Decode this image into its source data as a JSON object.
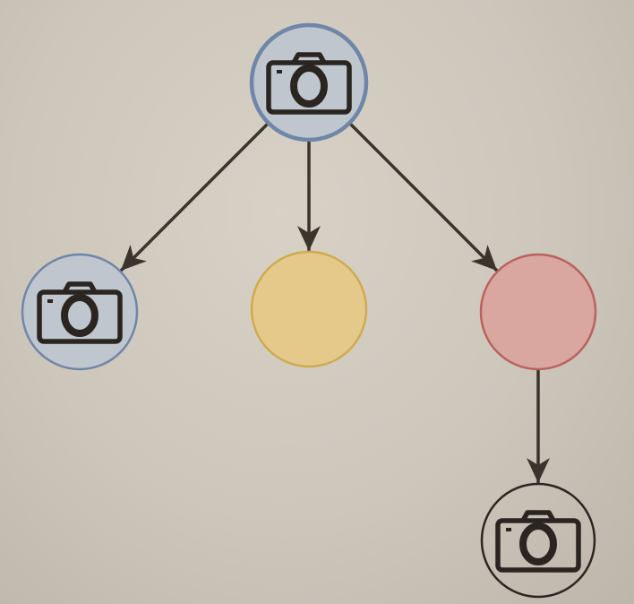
{
  "diagram": {
    "nodes": [
      {
        "id": "root",
        "icon": "camera-icon",
        "fill": "#bfc6cd",
        "stroke": "#6f86a8"
      },
      {
        "id": "left",
        "icon": "camera-icon",
        "fill": "#bfc6cd",
        "stroke": "#6f86a8"
      },
      {
        "id": "middle",
        "icon": "",
        "fill": "#e4c98a",
        "stroke": "#cfaa4e"
      },
      {
        "id": "right",
        "icon": "",
        "fill": "#d9a7a0",
        "stroke": "#b9625f"
      },
      {
        "id": "bottom",
        "icon": "camera-icon",
        "fill": "none",
        "stroke": "#2b2620"
      }
    ],
    "edges": [
      {
        "from": "root",
        "to": "left"
      },
      {
        "from": "root",
        "to": "middle"
      },
      {
        "from": "root",
        "to": "right"
      },
      {
        "from": "right",
        "to": "bottom"
      }
    ],
    "colors": {
      "arrow": "#3a342c",
      "icon": "#2a2520",
      "background": "#cfc8bd"
    }
  }
}
